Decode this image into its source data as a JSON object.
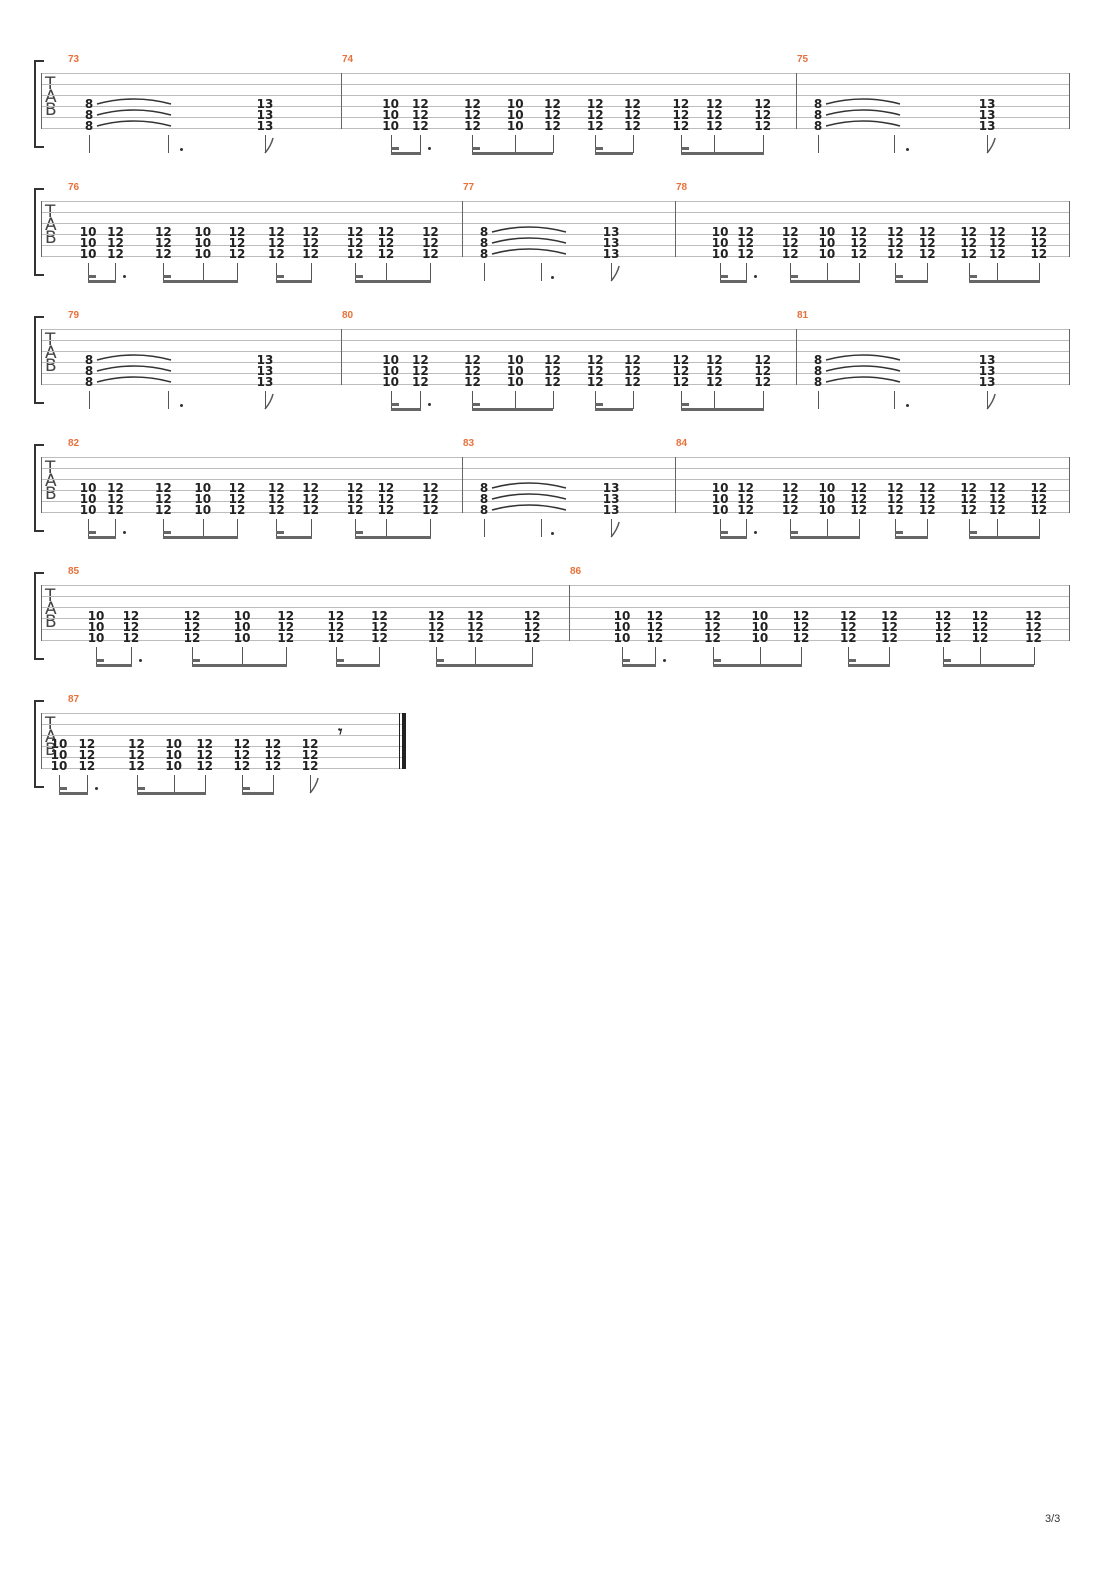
{
  "tab_label": [
    "T",
    "A",
    "B"
  ],
  "page_number": "3/3",
  "colors": {
    "measure_number": "#e8703a",
    "notes": "#222222",
    "staff_lines": "#bdbdbd"
  },
  "systems": [
    {
      "measures": [
        {
          "number": "73",
          "pattern": "A"
        },
        {
          "number": "74",
          "pattern": "B"
        },
        {
          "number": "75",
          "pattern": "A"
        }
      ]
    },
    {
      "measures": [
        {
          "number": "76",
          "pattern": "B"
        },
        {
          "number": "77",
          "pattern": "A"
        },
        {
          "number": "78",
          "pattern": "B"
        }
      ]
    },
    {
      "measures": [
        {
          "number": "79",
          "pattern": "A"
        },
        {
          "number": "80",
          "pattern": "B"
        },
        {
          "number": "81",
          "pattern": "A"
        }
      ]
    },
    {
      "measures": [
        {
          "number": "82",
          "pattern": "B"
        },
        {
          "number": "83",
          "pattern": "A"
        },
        {
          "number": "84",
          "pattern": "B"
        }
      ]
    },
    {
      "measures": [
        {
          "number": "85",
          "pattern": "B"
        },
        {
          "number": "86",
          "pattern": "B"
        }
      ]
    },
    {
      "measures": [
        {
          "number": "87",
          "pattern": "C"
        }
      ]
    }
  ],
  "patterns": {
    "A": {
      "chords": [
        [
          "8",
          "8",
          "8"
        ],
        [
          "13",
          "13",
          "13"
        ]
      ],
      "ties": true
    },
    "B": {
      "chords": [
        [
          "10",
          "10",
          "10"
        ],
        [
          "12",
          "12",
          "12"
        ],
        [
          "12",
          "12",
          "12"
        ],
        [
          "10",
          "10",
          "10"
        ],
        [
          "12",
          "12",
          "12"
        ],
        [
          "12",
          "12",
          "12"
        ],
        [
          "12",
          "12",
          "12"
        ],
        [
          "12",
          "12",
          "12"
        ],
        [
          "12",
          "12",
          "12"
        ],
        [
          "12",
          "12",
          "12"
        ]
      ]
    },
    "C": {
      "chords": [
        [
          "10",
          "10",
          "10"
        ],
        [
          "12",
          "12",
          "12"
        ],
        [
          "12",
          "12",
          "12"
        ],
        [
          "10",
          "10",
          "10"
        ],
        [
          "12",
          "12",
          "12"
        ],
        [
          "12",
          "12",
          "12"
        ],
        [
          "12",
          "12",
          "12"
        ],
        [
          "12",
          "12",
          "12"
        ]
      ],
      "final_rest": true
    }
  }
}
